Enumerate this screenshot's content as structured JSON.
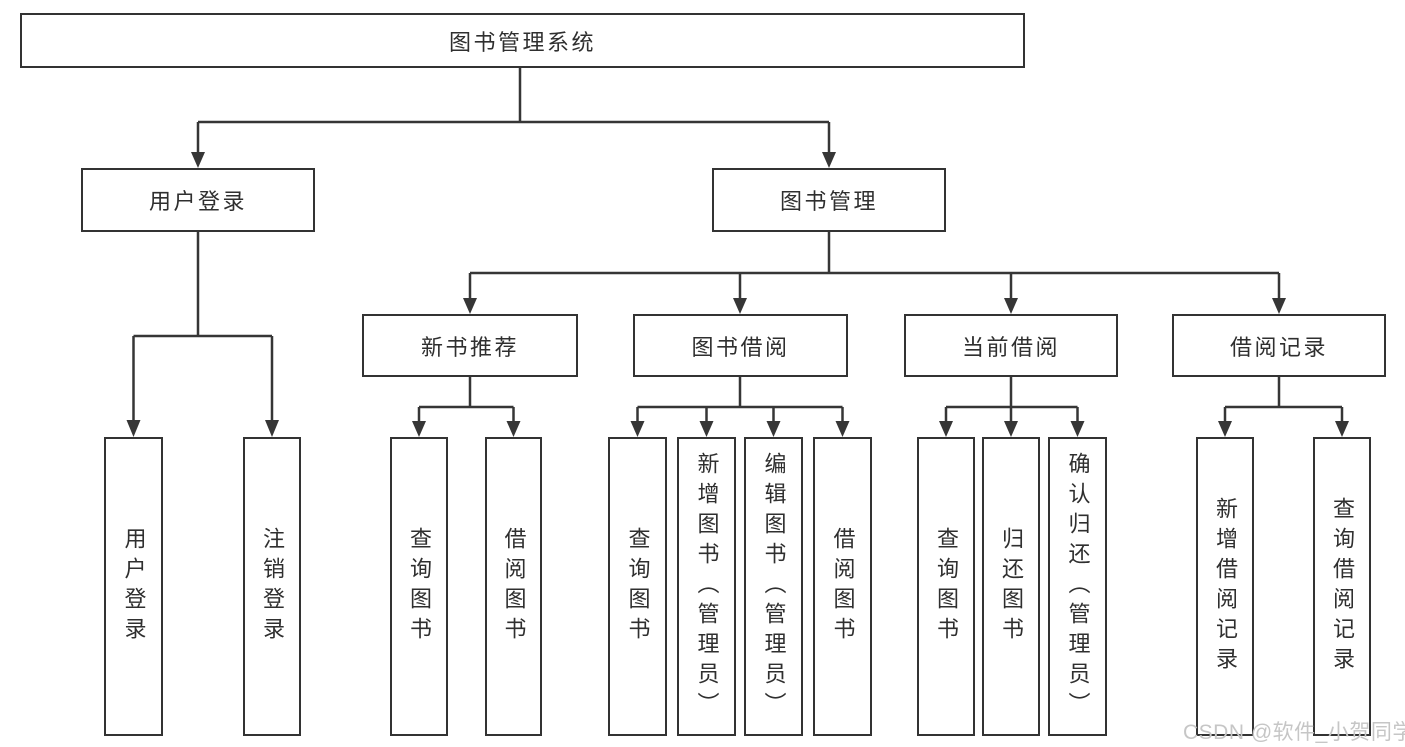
{
  "tree": {
    "label": "图书管理系统",
    "children": [
      {
        "label": "用户登录",
        "children": [
          {
            "label": "用户登录"
          },
          {
            "label": "注销登录"
          }
        ]
      },
      {
        "label": "图书管理",
        "children": [
          {
            "label": "新书推荐",
            "children": [
              {
                "label": "查询图书"
              },
              {
                "label": "借阅图书"
              }
            ]
          },
          {
            "label": "图书借阅",
            "children": [
              {
                "label": "查询图书"
              },
              {
                "label": "新增图书（管理员）"
              },
              {
                "label": "编辑图书（管理员）"
              },
              {
                "label": "借阅图书"
              }
            ]
          },
          {
            "label": "当前借阅",
            "children": [
              {
                "label": "查询图书"
              },
              {
                "label": "归还图书"
              },
              {
                "label": "确认归还（管理员）"
              }
            ]
          },
          {
            "label": "借阅记录",
            "children": [
              {
                "label": "新增借阅记录"
              },
              {
                "label": "查询借阅记录"
              }
            ]
          }
        ]
      }
    ]
  },
  "watermark": {
    "text": "CSDN @软件_小贺同学"
  },
  "colors": {
    "line": "#363636",
    "text": "#2f2f2f",
    "box_background": "#ffffff",
    "page_background": "#ffffff",
    "watermark": "#c6c6c6"
  }
}
